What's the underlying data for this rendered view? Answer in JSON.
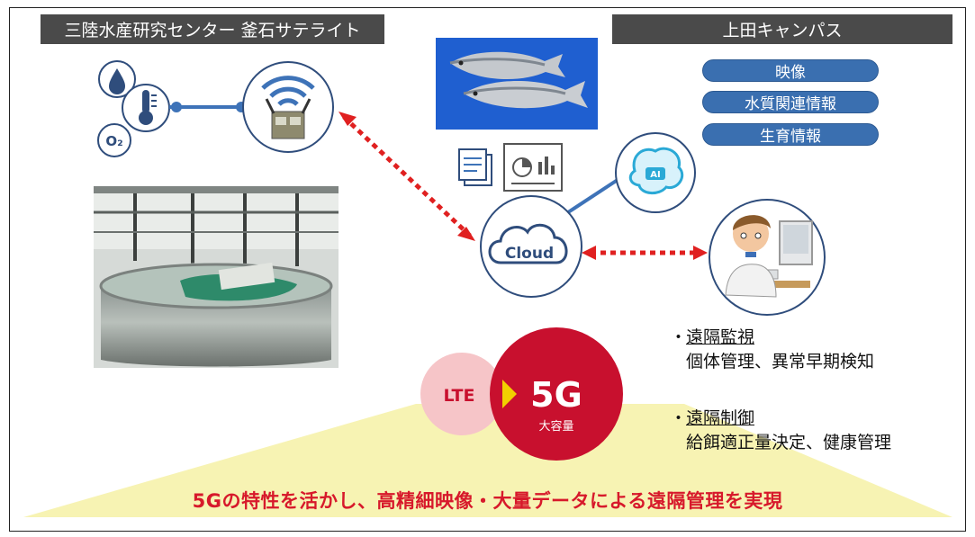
{
  "header_left": "三陸水産研究センター 釜石サテライト",
  "header_right": "上田キャンパス",
  "data_pills": [
    "映像",
    "水質関連情報",
    "生育情報"
  ],
  "cloud_label": "Cloud",
  "ai_label": "AI",
  "o2_label": "O₂",
  "lte_label": "LTE",
  "fiveg_label": "5G",
  "fiveg_sub": "大容量",
  "bullets": [
    {
      "bullet": "・",
      "title": "遠隔監視",
      "detail": "個体管理、異常早期検知"
    },
    {
      "bullet": "・",
      "title": "遠隔制御",
      "detail": "給餌適正量決定、健康管理"
    }
  ],
  "banner": "5Gの特性を活かし、高精細映像・大量データによる遠隔管理を実現",
  "colors": {
    "header_bg": "#4a4a4a",
    "pill_bg": "#3a6fb0",
    "icon_navy": "#2f4d7c",
    "link_blue": "#3e73b8",
    "arrow_red": "#e02020",
    "fiveg_red": "#c8102e",
    "lte_pink": "#f6c5c8",
    "banner_yellow": "#f7f3b3",
    "banner_text": "#d7192b"
  }
}
